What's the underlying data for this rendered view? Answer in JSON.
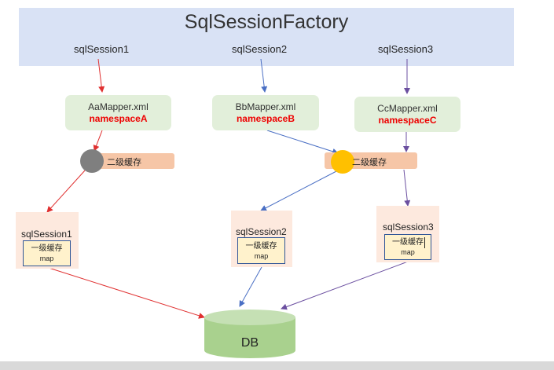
{
  "factory": {
    "title": "SqlSessionFactory"
  },
  "sessions_top": [
    "sqlSession1",
    "sqlSession2",
    "sqlSession3"
  ],
  "mappers": [
    {
      "file": "AaMapper.xml",
      "namespace": "namespaceA"
    },
    {
      "file": "BbMapper.xml",
      "namespace": "namespaceB"
    },
    {
      "file": "CcMapper.xml",
      "namespace": "namespaceC"
    }
  ],
  "second_level_cache": {
    "label": "二级缓存"
  },
  "sessions_bottom": [
    {
      "name": "sqlSession1",
      "cache_label": "一级缓存",
      "cache_type": "map"
    },
    {
      "name": "sqlSession2",
      "cache_label": "一级缓存",
      "cache_type": "map"
    },
    {
      "name": "sqlSession3",
      "cache_label": "一级缓存",
      "cache_type": "map"
    }
  ],
  "database": {
    "label": "DB"
  },
  "colors": {
    "factory_bg": "#d9e2f5",
    "mapper_bg": "#e2efda",
    "namespace_text": "#ee0000",
    "cache_bar": "#f6c6a7",
    "circle_a": "#7f7f7f",
    "circle_shared": "#ffc000",
    "session_bg": "#fde9de",
    "l1_cache_bg": "#fff2cc",
    "db_fill": "#a9d18e",
    "arrow_red": "#e03030",
    "arrow_blue": "#4a6fc4",
    "arrow_purple": "#6b4fa0"
  }
}
